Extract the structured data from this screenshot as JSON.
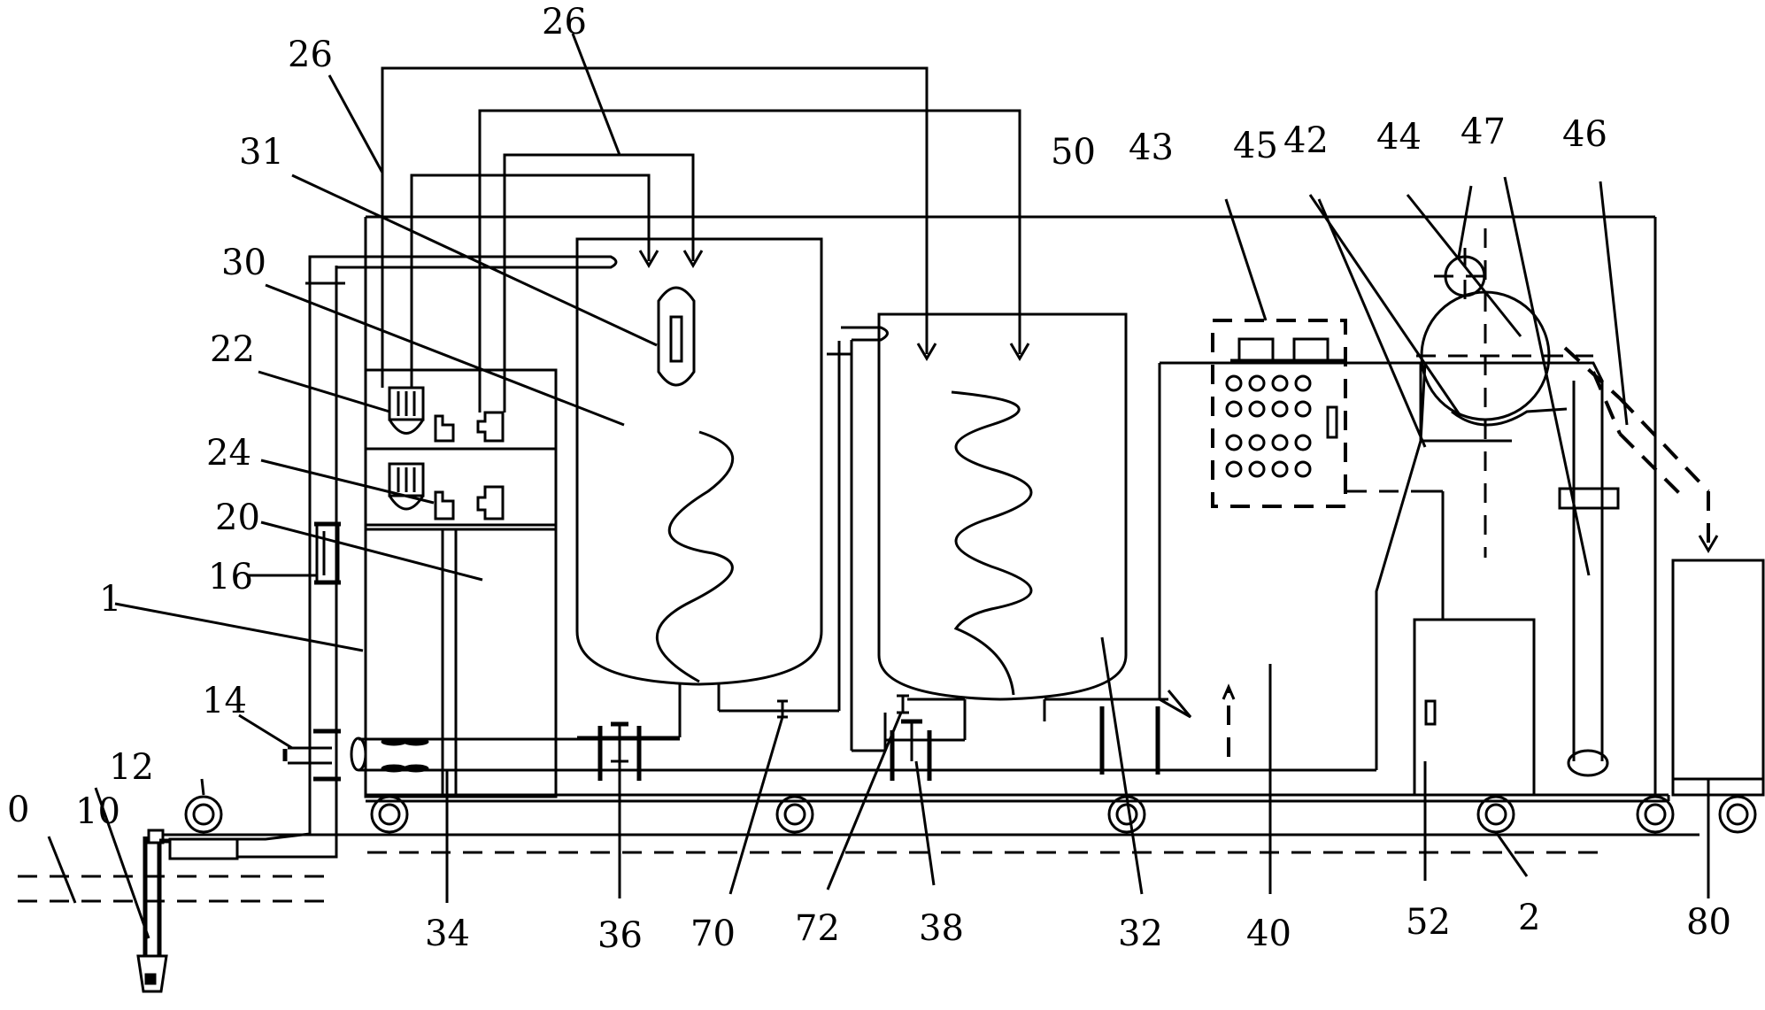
{
  "labels": [
    {
      "id": "lbl-0",
      "text": "0"
    },
    {
      "id": "lbl-10",
      "text": "10"
    },
    {
      "id": "lbl-12",
      "text": "12"
    },
    {
      "id": "lbl-14",
      "text": "14"
    },
    {
      "id": "lbl-1",
      "text": "1"
    },
    {
      "id": "lbl-16",
      "text": "16"
    },
    {
      "id": "lbl-20",
      "text": "20"
    },
    {
      "id": "lbl-24",
      "text": "24"
    },
    {
      "id": "lbl-22",
      "text": "22"
    },
    {
      "id": "lbl-30",
      "text": "30"
    },
    {
      "id": "lbl-31",
      "text": "31"
    },
    {
      "id": "lbl-26a",
      "text": "26"
    },
    {
      "id": "lbl-26b",
      "text": "26"
    },
    {
      "id": "lbl-34",
      "text": "34"
    },
    {
      "id": "lbl-36",
      "text": "36"
    },
    {
      "id": "lbl-70",
      "text": "70"
    },
    {
      "id": "lbl-72",
      "text": "72"
    },
    {
      "id": "lbl-38",
      "text": "38"
    },
    {
      "id": "lbl-32",
      "text": "32"
    },
    {
      "id": "lbl-40",
      "text": "40"
    },
    {
      "id": "lbl-52",
      "text": "52"
    },
    {
      "id": "lbl-2",
      "text": "2"
    },
    {
      "id": "lbl-80",
      "text": "80"
    },
    {
      "id": "lbl-50",
      "text": "50"
    },
    {
      "id": "lbl-43",
      "text": "43"
    },
    {
      "id": "lbl-45",
      "text": "45"
    },
    {
      "id": "lbl-42",
      "text": "42"
    },
    {
      "id": "lbl-44",
      "text": "44"
    },
    {
      "id": "lbl-47",
      "text": "47"
    },
    {
      "id": "lbl-46",
      "text": "46"
    }
  ]
}
